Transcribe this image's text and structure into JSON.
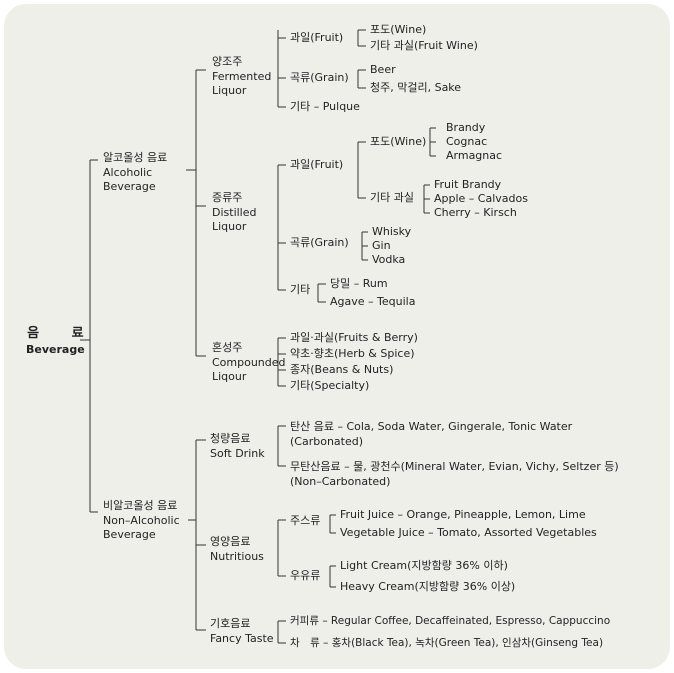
{
  "root": {
    "ko": "음 료",
    "en": "Beverage"
  },
  "alcoholic": {
    "label": "알코올성 음료\nAlcoholic\nBeverage"
  },
  "fermented": {
    "label": "양조주\nFermented\nLiquor"
  },
  "ferm_fruit": "과일(Fruit)",
  "ferm_fruit_items": [
    "포도(Wine)",
    "기타 과실(Fruit Wine)"
  ],
  "ferm_grain": "곡류(Grain)",
  "ferm_grain_items": [
    "Beer",
    "청주, 막걸리, Sake"
  ],
  "ferm_other": "기타 – Pulque",
  "distilled": {
    "label": "증류주\nDistilled\nLiquor"
  },
  "dist_fruit": "과일(Fruit)",
  "dist_grape": "포도(Wine)",
  "dist_grape_items": [
    "Brandy",
    "Cognac",
    "Armagnac"
  ],
  "dist_other_fruit": "기타 과실",
  "dist_other_fruit_items": [
    "Fruit Brandy",
    "Apple – Calvados",
    "Cherry – Kirsch"
  ],
  "dist_grain": "곡류(Grain)",
  "dist_grain_items": [
    "Whisky",
    "Gin",
    "Vodka"
  ],
  "dist_other": "기타",
  "dist_other_items": [
    "당밀 – Rum",
    "Agave – Tequila"
  ],
  "compounded": {
    "label": "혼성주\nCompounded\nLiqour"
  },
  "comp_items": [
    "과일·과실(Fruits & Berry)",
    "약초·향초(Herb & Spice)",
    "종자(Beans & Nuts)",
    "기타(Specialty)"
  ],
  "nonalcoholic": {
    "label": "비알코올성 음료\nNon–Alcoholic\nBeverage"
  },
  "soft": {
    "label": "청량음료\nSoft Drink"
  },
  "soft_items": [
    "탄산 음료 – Cola, Soda Water, Gingerale, Tonic Water\n(Carbonated)",
    "무탄산음료 – 물, 광천수(Mineral Water, Evian, Vichy, Seltzer 등)\n(Non–Carbonated)"
  ],
  "nutritious": {
    "label": "영양음료\nNutritious"
  },
  "juice": "주스류",
  "juice_items": [
    "Fruit Juice – Orange, Pineapple, Lemon, Lime",
    "Vegetable Juice – Tomato, Assorted Vegetables"
  ],
  "milk": "우유류",
  "milk_items": [
    "Light Cream(지방함량 36% 이하)",
    "Heavy Cream(지방함량 36% 이상)"
  ],
  "fancy": {
    "label": "기호음료\nFancy Taste"
  },
  "fancy_items": [
    "커피류 – Regular Coffee, Decaffeinated, Espresso, Cappuccino",
    "차　류 – 홍차(Black Tea), 녹차(Green Tea), 인삼차(Ginseng Tea)"
  ]
}
